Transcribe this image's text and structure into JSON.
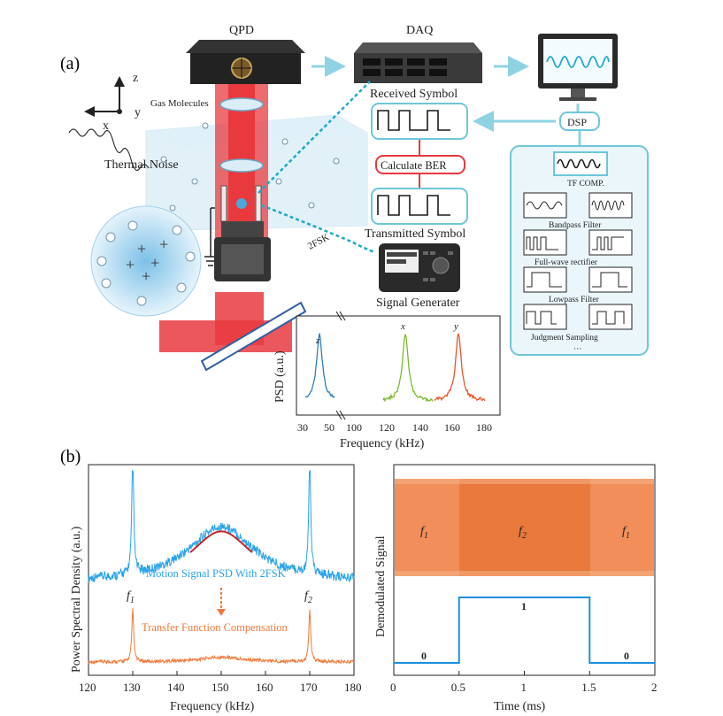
{
  "panel_a": {
    "label": "(a)",
    "qpd": "QPD",
    "daq": "DAQ",
    "dsp": "DSP",
    "axis_z": "z",
    "axis_x": "x",
    "axis_y": "y",
    "gas_molecules": "Gas Molecules",
    "thermal_noise": "Thermal Noise",
    "received_symbol": "Received Symbol",
    "calculate_ber": "Calculate BER",
    "transmitted_symbol": "Transmitted Symbol",
    "signal_generator": "Signal Generater",
    "fsk_label": "2FSK",
    "dsp_steps": {
      "tf_comp": "TF COMP.",
      "bandpass": "Bandpass Filter",
      "rectifier": "Full-wave rectifier",
      "lowpass": "Lowpass Filter",
      "judgment": "Judgment Sampling",
      "ellipsis": "···"
    },
    "inset": {
      "ylabel": "PSD (a.u.)",
      "xlabel": "Frequency (kHz)",
      "ticks": [
        "30",
        "50",
        "100",
        "120",
        "140",
        "160",
        "180"
      ],
      "peak_labels": [
        "z",
        "x",
        "y"
      ]
    }
  },
  "panel_b": {
    "label": "(b)",
    "left": {
      "ylabel": "Power Spectral Density (a.u.)",
      "xlabel": "Frequency (kHz)",
      "xticks": [
        "120",
        "130",
        "140",
        "150",
        "160",
        "170",
        "180"
      ],
      "blue_label": "Motion Signal PSD With 2FSK",
      "orange_label": "Transfer Function Compensation",
      "f1": "f",
      "f1_sub": "1",
      "f2": "f",
      "f2_sub": "2"
    },
    "right": {
      "ylabel": "Demodulated Signal",
      "xlabel": "Time (ms)",
      "xticks": [
        "0",
        "0.5",
        "1",
        "1.5",
        "2"
      ],
      "region_labels": [
        "f",
        "f",
        "f"
      ],
      "region_subs": [
        "1",
        "2",
        "1"
      ],
      "bit_labels": [
        "0",
        "1",
        "0"
      ]
    }
  },
  "colors": {
    "accent": "#6ec6d9",
    "laser": "#e8393f",
    "blue_trace": "#29a3e8",
    "orange_trace": "#ee7a3c",
    "inset_z": "#2f7fbf",
    "inset_x": "#7cbb2f",
    "inset_y": "#e8552b"
  },
  "chart_data": [
    {
      "type": "line",
      "title": "",
      "xlabel": "Frequency (kHz)",
      "ylabel": "PSD (a.u.)",
      "x_ticks": [
        30,
        50,
        100,
        120,
        140,
        160,
        180
      ],
      "series": [
        {
          "name": "z",
          "peak_x": 40
        },
        {
          "name": "x",
          "peak_x": 130
        },
        {
          "name": "y",
          "peak_x": 162
        }
      ]
    },
    {
      "type": "line",
      "xlabel": "Frequency (kHz)",
      "ylabel": "Power Spectral Density (a.u.)",
      "xlim": [
        120,
        180
      ],
      "series": [
        {
          "name": "Motion Signal PSD With 2FSK",
          "peaks_x": [
            130,
            150,
            170
          ]
        },
        {
          "name": "Transfer Function Compensation",
          "peaks_x": [
            130,
            150,
            170
          ]
        }
      ]
    },
    {
      "type": "line",
      "xlabel": "Time (ms)",
      "ylabel": "Demodulated Signal",
      "xlim": [
        0,
        2
      ],
      "series": [
        {
          "x": [
            0,
            0.5,
            0.5,
            1.5,
            1.5,
            2
          ],
          "y": [
            0,
            0,
            1,
            1,
            0,
            0
          ]
        }
      ]
    }
  ]
}
